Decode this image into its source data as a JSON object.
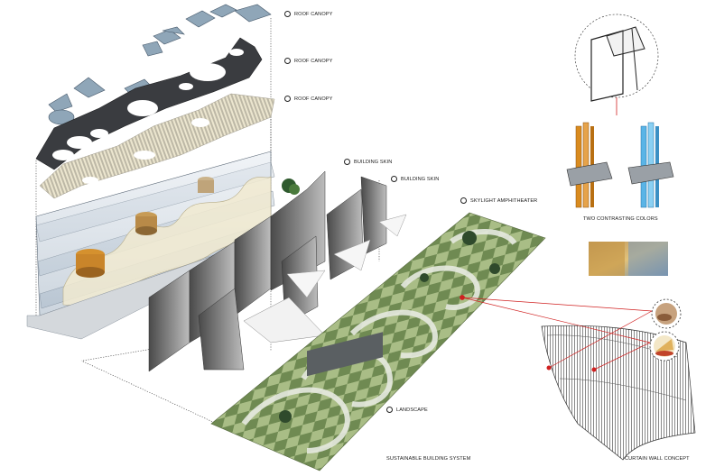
{
  "labels": {
    "roof_canopy_1": "ROOF CANOPY",
    "roof_canopy_2": "ROOF CANOPY",
    "roof_canopy_3": "ROOF CANOPY",
    "building_skin_1": "BUILDING SKIN",
    "building_skin_2": "BUILDING SKIN",
    "skylight": "SKYLIGHT AMPHITHEATER",
    "landscape": "LANDSCAPE"
  },
  "captions": {
    "system": "SUSTAINABLE BUILDING SYSTEM",
    "colors": "TWO CONTRASTING COLORS",
    "curtain": "CURTAIN WALL CONCEPT"
  },
  "colors": {
    "orange_mullion": "#d98b1f",
    "blue_mullion": "#5ab4e6",
    "landscape_dark": "#6f8a52",
    "landscape_light": "#a9bd86",
    "accent_red": "#d02020"
  }
}
